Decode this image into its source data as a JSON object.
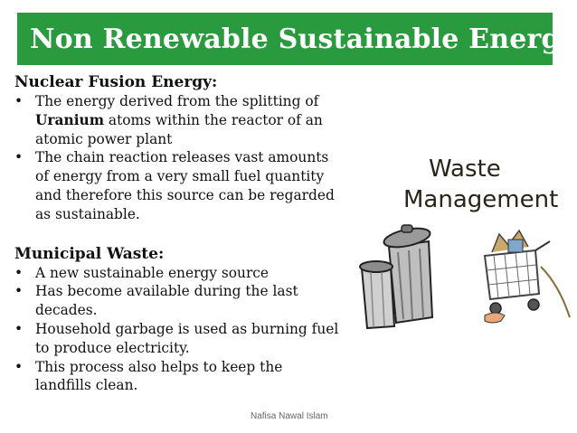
{
  "title": "Non Renewable Sustainable Energy",
  "nuclear": {
    "heading": "Nuclear Fusion Energy:",
    "bullet1_pre": "The energy derived from the splitting of ",
    "bullet1_bold": "Uranium",
    "bullet1_post": " atoms  within the reactor of an atomic power plant",
    "bullet2": "The chain reaction releases vast amounts of energy  from a very small fuel quantity and therefore this source can be regarded as sustainable."
  },
  "municipal": {
    "heading": "Municipal Waste:",
    "items": [
      "A new sustainable energy source",
      "Has become available during the last decades.",
      "Household garbage is used as burning fuel to produce electricity.",
      "This process also helps to keep the landfills clean."
    ]
  },
  "bullet_glyph": "•",
  "image": {
    "caption_line1": "Waste",
    "caption_line2": "Management",
    "icon": "trash-cans-and-cart-clipart"
  },
  "footer": "Nafisa Nawal Islam",
  "colors": {
    "title_bg": "#2a9a3f",
    "title_text": "#ffffff"
  }
}
